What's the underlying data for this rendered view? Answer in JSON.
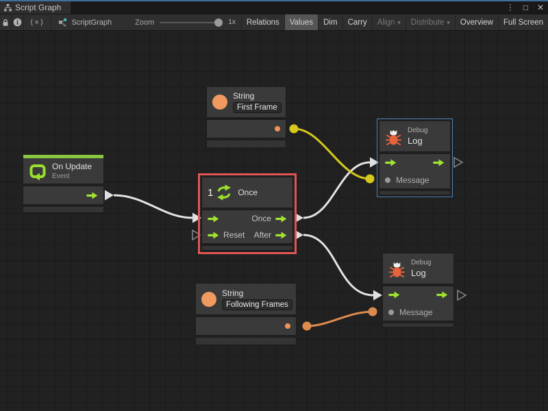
{
  "window": {
    "tab_title": "Script Graph",
    "controls": {
      "more": "⋮",
      "maximize": "□",
      "close": "✕"
    }
  },
  "toolbar": {
    "code_glyph": "⟨×⟩",
    "breadcrumb": "ScriptGraph",
    "zoom_label": "Zoom",
    "zoom_value": "1x",
    "dropdown_glyph": "▾",
    "buttons": [
      {
        "label": "Relations",
        "state": "normal"
      },
      {
        "label": "Values",
        "state": "active"
      },
      {
        "label": "Dim",
        "state": "normal"
      },
      {
        "label": "Carry",
        "state": "normal"
      },
      {
        "label": "Align",
        "state": "disabled",
        "dropdown": true
      },
      {
        "label": "Distribute",
        "state": "disabled",
        "dropdown": true
      },
      {
        "label": "Overview",
        "state": "normal"
      },
      {
        "label": "Full Screen",
        "state": "normal"
      }
    ]
  },
  "graph": {
    "nodes": {
      "string_first": {
        "title": "String",
        "value": "First Frame"
      },
      "on_update": {
        "title": "On Update",
        "subtitle": "Event"
      },
      "once": {
        "title": "Once",
        "iterations": "1",
        "ports": {
          "once_out": "Once",
          "reset_in": "Reset",
          "after_out": "After"
        }
      },
      "debug_log_top": {
        "category": "Debug",
        "title": "Log",
        "input": "Message"
      },
      "debug_log_bottom": {
        "category": "Debug",
        "title": "Log",
        "input": "Message"
      },
      "string_following": {
        "title": "String",
        "value": "Following Frames"
      }
    },
    "connections": [
      {
        "from": "on_update.trigger",
        "to": "once.enter",
        "kind": "control",
        "color": "#e4e4e4"
      },
      {
        "from": "once.once",
        "to": "debug_log_top.enter",
        "kind": "control",
        "color": "#e4e4e4"
      },
      {
        "from": "once.after",
        "to": "debug_log_bottom.enter",
        "kind": "control",
        "color": "#e4e4e4"
      },
      {
        "from": "string_first.out",
        "to": "debug_log_top.message",
        "kind": "value",
        "color": "#d6c91c"
      },
      {
        "from": "string_following.out",
        "to": "debug_log_bottom.message",
        "kind": "value",
        "color": "#dd8b4c"
      }
    ],
    "selection": {
      "selected_node": "once",
      "highlighted_node": "debug_log_top"
    }
  },
  "colors": {
    "accent_green": "#a0e52f",
    "event_green": "#8bc53f",
    "string_orange": "#f09a5f",
    "bug_orange": "#e8633d",
    "selection_red": "#e25555",
    "highlight_blue": "#4f83b4",
    "control_wire": "#e4e4e4"
  }
}
